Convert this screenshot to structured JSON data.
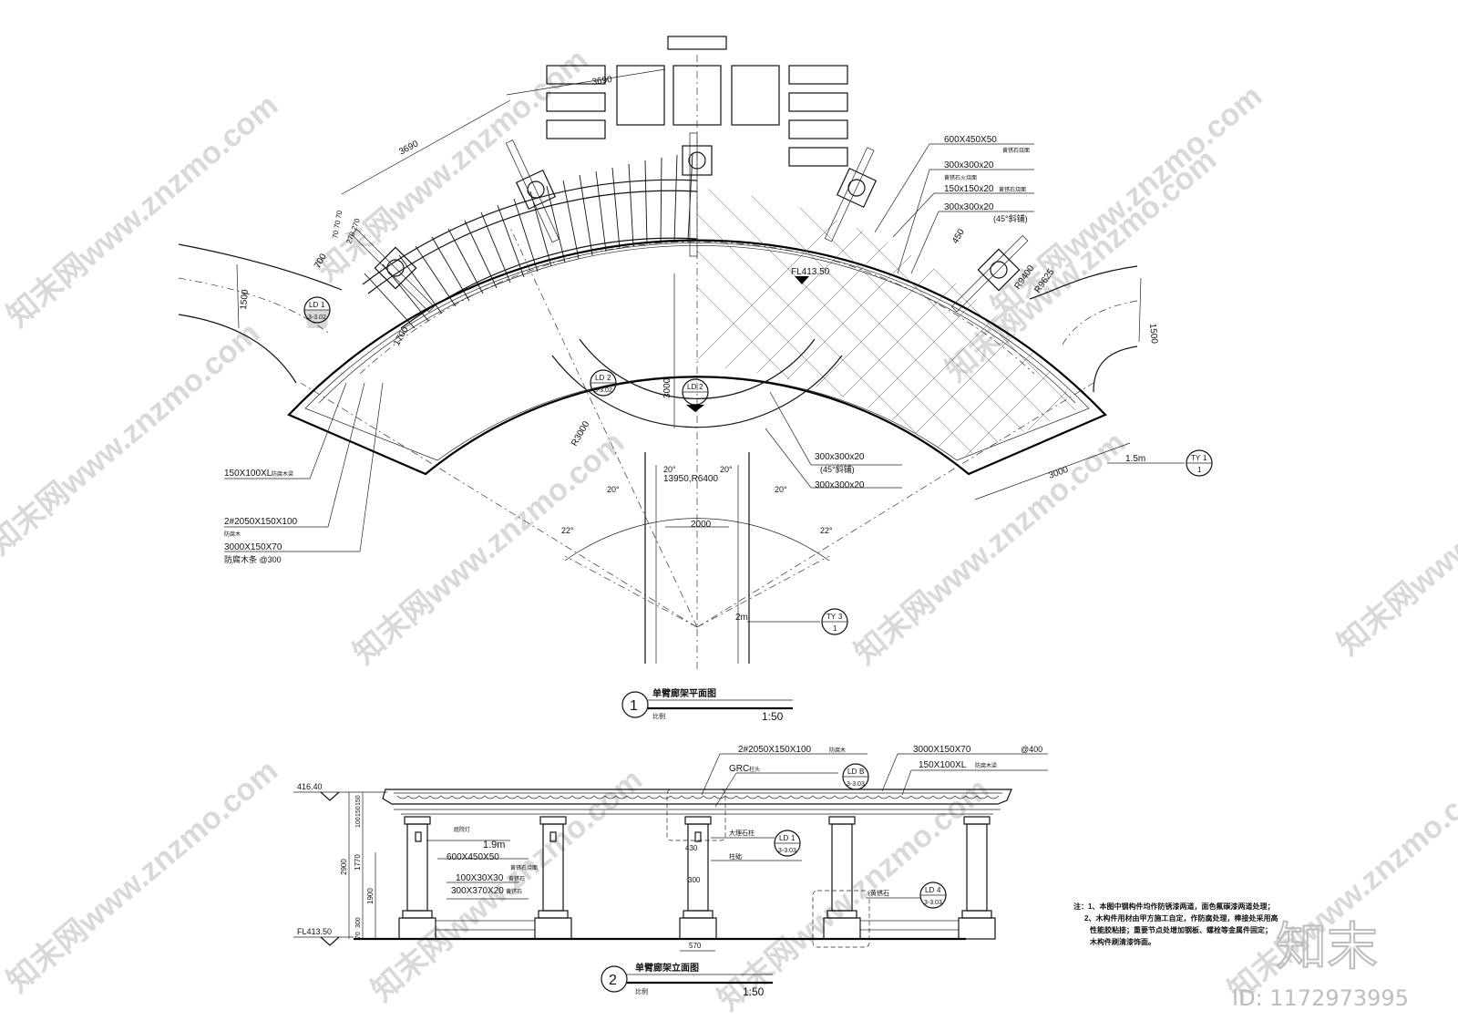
{
  "plan": {
    "title": "单臂廊架平面图",
    "number": "1",
    "scale_label": "比例",
    "scale": "1:50",
    "level": "FL413.50",
    "dims": {
      "d3690a": "3690",
      "d3690b": "3690",
      "d1500l": "1500",
      "d1500r": "1500",
      "d3000": "3000",
      "d3000b": "3000",
      "d1700": "1700",
      "d700": "700",
      "d450": "450",
      "d2000": "2000",
      "r3000": "R3000",
      "r9400": "R9400",
      "r9625": "R9625",
      "arc": "13950,R6400",
      "a20a": "20°",
      "a20b": "20°",
      "a20c": "20°",
      "a20d": "20°",
      "a22a": "22°",
      "a22b": "22°",
      "small": "70  70  70",
      "small2": "270 270"
    },
    "labels": {
      "l1": "600X450X50",
      "l1s": "黄锈石烧面",
      "l2": "300x300x20",
      "l2s": "黄锈石火烧面",
      "l3": "150x150x20",
      "l3s": "黄锈石烧面",
      "l4": "300x300x20",
      "l4s": "(45°斜铺)",
      "l5": "300x300x20",
      "l5s": "(45°斜铺)",
      "l6": "300x300x20",
      "l7": "150X100XL",
      "l7s": "防腐木梁",
      "l8": "2#2050X150X100",
      "l8s": "防腐木",
      "l9": "3000X150X70",
      "l9s": "防腐木条 @300",
      "r1": "1.5m",
      "r2": "2m"
    },
    "tags": {
      "ld1_top": "LD",
      "ld1_num": "1",
      "ld1_ref": "3-3.02",
      "ld2_top": "LD",
      "ld2_num": "2",
      "ld2_ref": "3-3.02",
      "ld2b_top": "LD",
      "ld2b_num": "2",
      "ty1_top": "TY",
      "ty1_num": "1",
      "ty1_ref": "1",
      "ty3_top": "TY",
      "ty3_num": "3",
      "ty3_ref": "1"
    }
  },
  "elevation": {
    "title": "单臂廊架立面图",
    "number": "2",
    "scale_label": "比例",
    "scale": "1:50",
    "level_top": "416.40",
    "level_bot": "FL413.50",
    "dims": {
      "h2900": "2900",
      "h1770": "1770",
      "h1900": "1900",
      "h150a": "150",
      "h150b": "150",
      "h100": "100",
      "h300": "300",
      "h70": "70",
      "w570": "570",
      "w430": "430",
      "w300": "300"
    },
    "labels": {
      "e1": "2#2050X150X100",
      "e1s": "防腐木",
      "e2": "3000X150X70",
      "e2s": "@400",
      "e3": "150X100XL",
      "e3s": "防腐木梁",
      "e4": "GRC",
      "e4s": "柱头",
      "e5": "1.9m",
      "e5s": "庭院灯",
      "e6": "600X450X50",
      "e6s": "黄锈石烧面",
      "e7": "100X30X30",
      "e7s": "黄锈石",
      "e8": "300X370X20",
      "e8s": "黄锈石",
      "e9": "大理石柱",
      "e10": "柱础",
      "e11": "黄锈石"
    },
    "tags": {
      "ldb_top": "LD",
      "ldb_num": "B",
      "ldb_ref": "3-3.03",
      "ld1_top": "LD",
      "ld1_num": "1",
      "ld1_ref": "3-3.03",
      "ld4_top": "LD",
      "ld4_num": "4",
      "ld4_ref": "3-3.03"
    }
  },
  "notes": {
    "n1": "注：1、本图中钢构件均作防锈漆两道，面色氟碳漆两道处理；",
    "n2": "2、木构件用材由甲方施工自定，作防腐处理，榫接处采用高",
    "n3": "性能胶粘接；重要节点处增加钢板、螺栓等金属件固定；",
    "n4": "木构件刷清漆饰面。"
  },
  "watermark": {
    "brand": "知末",
    "id": "ID: 1172973995",
    "stamp": "知末网www.znzmo.com"
  }
}
